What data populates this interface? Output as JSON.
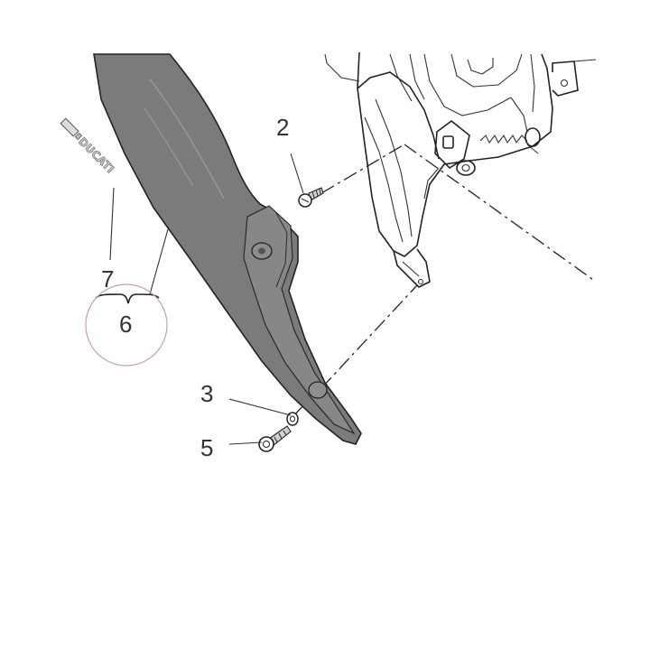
{
  "callouts": {
    "part_2": "2",
    "part_3": "3",
    "part_5": "5",
    "part_6": "6",
    "part_7": "7"
  },
  "decal": {
    "text": "DUCATI"
  },
  "colors": {
    "panel_fill": "#7b7b7b",
    "panel_inner": "#8c8c8c",
    "outline": "#222222",
    "highlight_circle": "#c8a0a8",
    "background": "#ffffff"
  }
}
